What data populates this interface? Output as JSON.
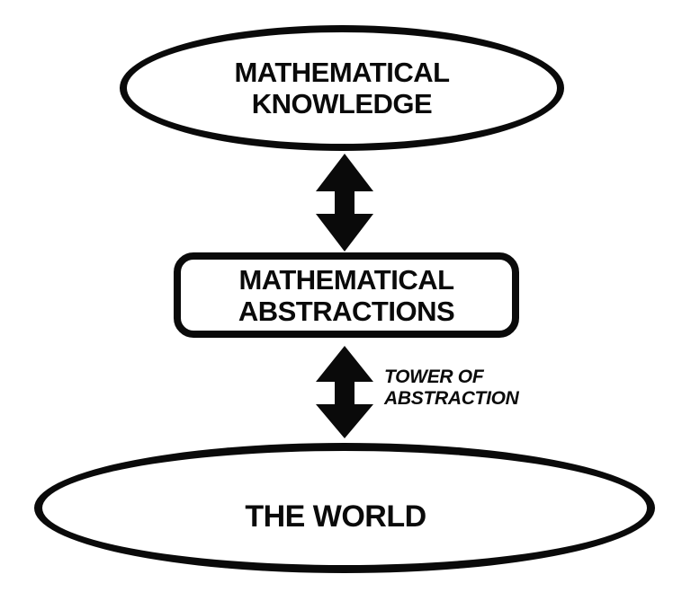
{
  "colors": {
    "ink": "#0a0a0a",
    "background": "#ffffff"
  },
  "diagram": {
    "title": "Tower of abstraction diagram",
    "nodes": [
      {
        "id": "mathematical-knowledge",
        "shape": "ellipse",
        "label": "MATHEMATICAL\nKNOWLEDGE"
      },
      {
        "id": "mathematical-abstractions",
        "shape": "rounded-rectangle",
        "label": "MATHEMATICAL\nABSTRACTIONS"
      },
      {
        "id": "the-world",
        "shape": "ellipse",
        "label": "THE WORLD"
      }
    ],
    "connectors": [
      {
        "from": "mathematical-knowledge",
        "to": "mathematical-abstractions",
        "type": "double-headed-arrow",
        "label": ""
      },
      {
        "from": "mathematical-abstractions",
        "to": "the-world",
        "type": "double-headed-arrow",
        "label": "TOWER OF\nABSTRACTION"
      }
    ]
  }
}
